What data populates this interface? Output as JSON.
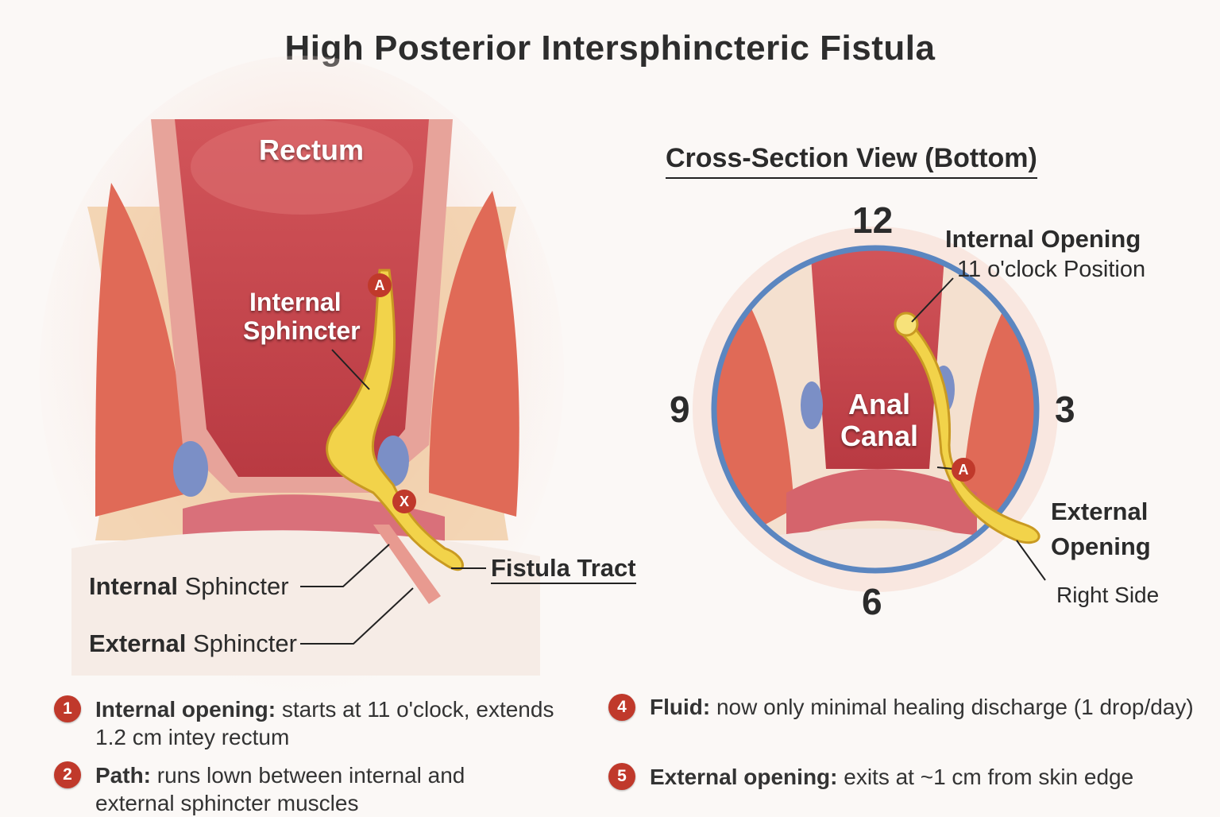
{
  "title": "High Posterior Intersphincteric Fistula",
  "left_diagram": {
    "rectum": "Rectum",
    "internal_sphincter_inner_line1": "Internal",
    "internal_sphincter_inner_line2": "Sphincter",
    "internal_sphincter_bold": "Internal",
    "internal_sphincter_rest": " Sphincter",
    "external_sphincter_bold": "External",
    "external_sphincter_rest": " Sphincter",
    "fistula_tract": "Fistula Tract",
    "markers": [
      "A",
      "X"
    ]
  },
  "right_diagram": {
    "title": "Cross-Section View (Bottom)",
    "clock": {
      "top": "12",
      "left": "9",
      "right": "3",
      "bottom": "6"
    },
    "anal_canal_line1": "Anal",
    "anal_canal_line2": "Canal",
    "internal_opening": "Internal Opening",
    "internal_opening_position": "11 o'clock Position",
    "external_opening_line1": "External",
    "external_opening_line2": "Opening",
    "external_opening_side": "Right Side",
    "marker": "A"
  },
  "notes": [
    {
      "num": "1",
      "label": "Internal opening:",
      "text": " starts at 11 o'clock, extends 1.2 cm intey rectum"
    },
    {
      "num": "2",
      "label": "Path:",
      "text": " runs lown between internal and external sphincter muscles"
    },
    {
      "num": "4",
      "label": "Fluid:",
      "text": " now only minimal healing discharge (1 drop/day)"
    },
    {
      "num": "5",
      "label": "External opening:",
      "text": " exits at ~1 cm from skin edge"
    }
  ],
  "colors": {
    "accent_red": "#c0392b",
    "ring_blue": "#5b86c0",
    "tract_yellow": "#f2d34a",
    "muscle": "#e0705e"
  }
}
